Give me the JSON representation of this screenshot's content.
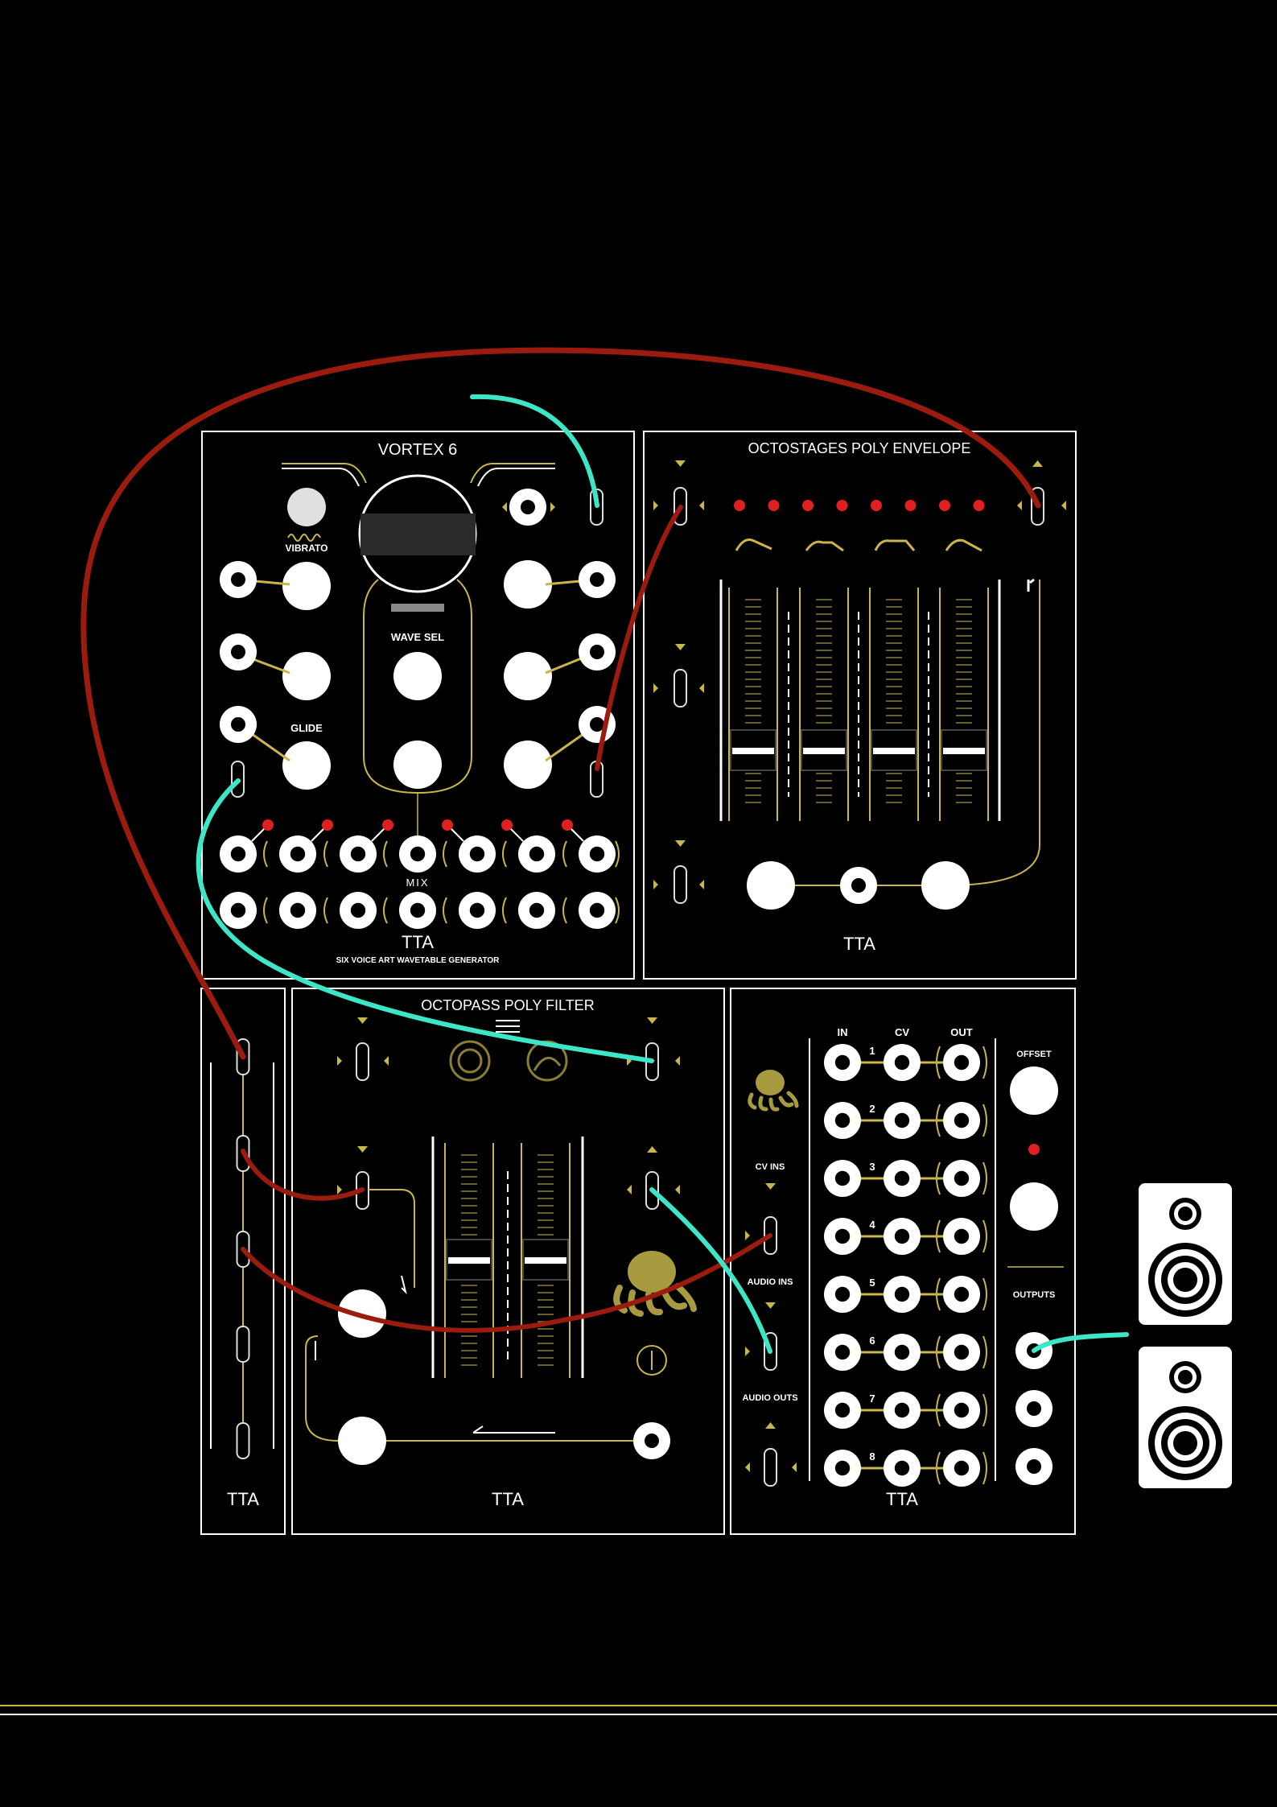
{
  "modules": {
    "vortex": {
      "title": "VORTEX 6",
      "vibrato_label": "VIBRATO",
      "wave_sel_label": "WAVE SEL",
      "glide_label": "GLIDE",
      "mix_label": "MIX",
      "brand": "TTA",
      "subtitle": "SIX VOICE ART WAVETABLE GENERATOR"
    },
    "octostages": {
      "title": "OCTOSTAGES POLY ENVELOPE",
      "brand": "TTA",
      "led_count": 8,
      "led_color": "#e02020"
    },
    "utility": {
      "brand": "TTA"
    },
    "octopass": {
      "title": "OCTOPASS POLY FILTER",
      "brand": "TTA"
    },
    "io": {
      "col_in": "IN",
      "col_cv": "CV",
      "col_out": "OUT",
      "channels": [
        "1",
        "2",
        "3",
        "4",
        "5",
        "6",
        "7",
        "8"
      ],
      "cv_ins_label": "CV INS",
      "audio_ins_label": "AUDIO INS",
      "audio_outs_label": "AUDIO OUTS",
      "offset_label": "OFFSET",
      "outputs_label": "OUTPUTS",
      "brand": "TTA"
    }
  },
  "speakers": {
    "count": 2
  },
  "colors": {
    "panel_bg": "#000000",
    "panel_border": "#ffffff",
    "accent_gold": "#c9b54c",
    "led_red": "#e02020",
    "cable_red": "#9b1c0e",
    "cable_cyan": "#3ee6c8"
  }
}
